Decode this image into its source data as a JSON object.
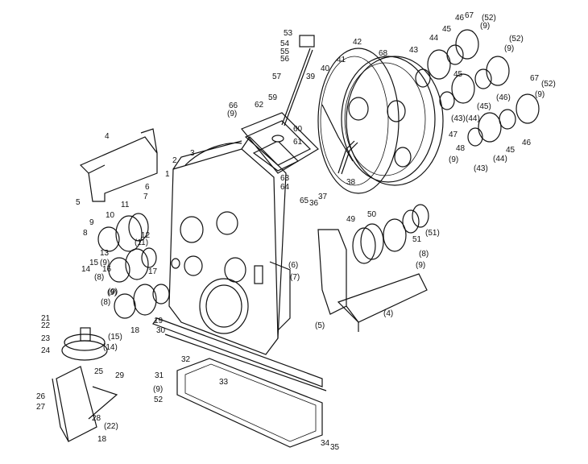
{
  "labels": [
    "53",
    "54",
    "55",
    "56",
    "57",
    "39",
    "40",
    "41",
    "42",
    "68",
    "43",
    "44",
    "45",
    "46",
    "67",
    "(52)",
    "(9)",
    "(9)",
    "(52)",
    "45",
    "(45)",
    "(46)",
    "(43)",
    "(44)",
    "67",
    "(52)",
    "(9)",
    "66",
    "(9)",
    "62",
    "59",
    "60",
    "61",
    "63",
    "64",
    "65",
    "36",
    "37",
    "38",
    "3",
    "2",
    "4",
    "1",
    "6",
    "7",
    "5",
    "11",
    "10",
    "12",
    "(11)",
    "9",
    "8",
    "13",
    "15",
    "14",
    "16",
    "17",
    "(9)",
    "(8)",
    "(9)",
    "(43)",
    "(44)",
    "45",
    "46",
    "48",
    "47",
    "(9)",
    "49",
    "50",
    "(51)",
    "51",
    "(8)",
    "(9)",
    "(6)",
    "(7)",
    "(4)",
    "(5)",
    "21",
    "22",
    "23",
    "24",
    "19",
    "(9)",
    "(8)",
    "18",
    "(15)",
    "(14)",
    "30",
    "25",
    "32",
    "33",
    "31",
    "29",
    "(9)",
    "52",
    "26",
    "27",
    "28",
    "(22)",
    "18",
    "34",
    "35"
  ]
}
